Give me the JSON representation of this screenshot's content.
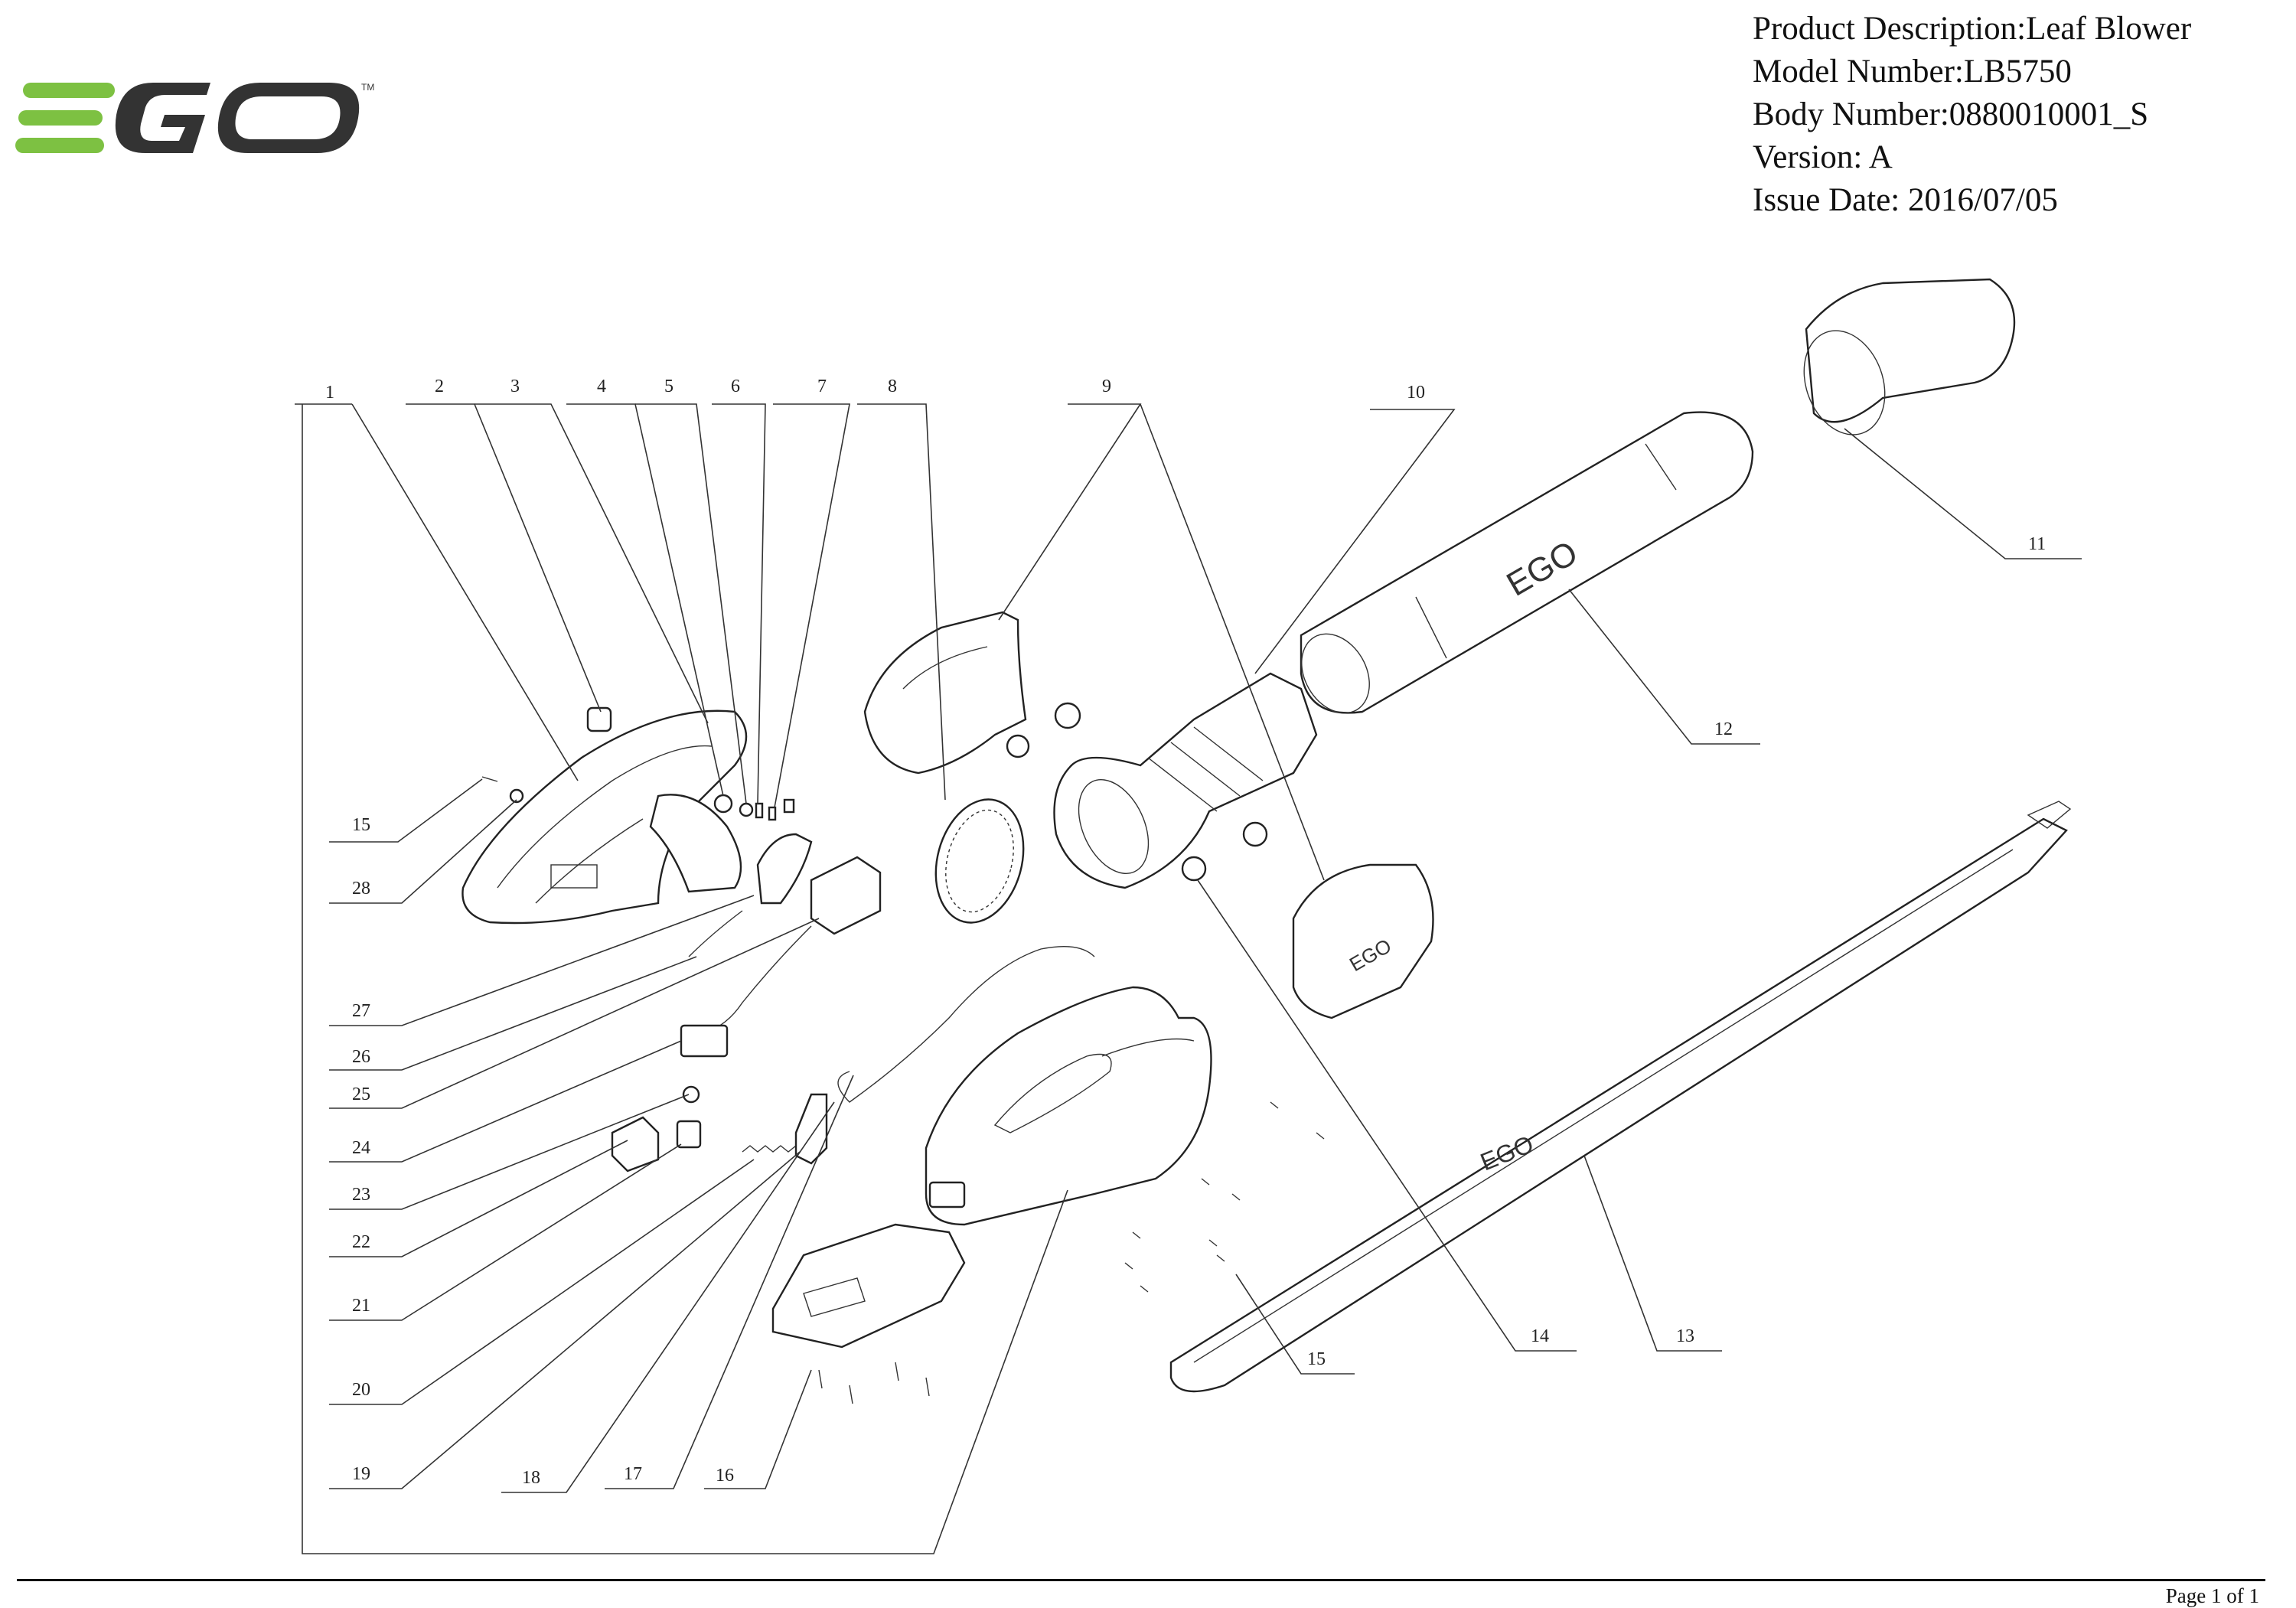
{
  "brand": {
    "logo_text": "EGO",
    "trademark": "TM",
    "green": "#7dc142",
    "dark": "#333333"
  },
  "header": {
    "product_description": "Product Description:Leaf Blower",
    "model_number": "Model Number:LB5750",
    "body_number": "Body Number:0880010001_S",
    "version": "Version: A",
    "issue_date": "Issue Date: 2016/07/05"
  },
  "part_labels_on_parts": {
    "tube_logo": "EGO",
    "strap_logo": "EGO",
    "guard_logo": "EGO"
  },
  "callouts": [
    "1",
    "2",
    "3",
    "4",
    "5",
    "6",
    "7",
    "8",
    "9",
    "10",
    "11",
    "12",
    "15",
    "28",
    "27",
    "26",
    "25",
    "24",
    "23",
    "22",
    "21",
    "20",
    "19",
    "18",
    "17",
    "16",
    "15",
    "14",
    "13"
  ],
  "footer": {
    "page": "Page 1 of 1"
  }
}
